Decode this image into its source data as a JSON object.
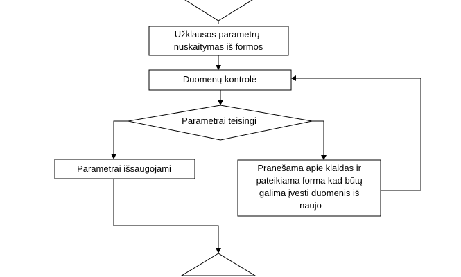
{
  "flowchart": {
    "nodes": {
      "read_params": {
        "lines": [
          "Užklausos parametrų",
          "nuskaitymas iš formos"
        ]
      },
      "data_control": {
        "lines": [
          "Duomenų kontrolė"
        ]
      },
      "decision": {
        "lines": [
          "Parametrai teisingi"
        ]
      },
      "save": {
        "lines": [
          "Parametrai išsaugojami"
        ]
      },
      "error": {
        "lines": [
          "Pranešama apie klaidas ir",
          "pateikiama forma kad būtų",
          "galima įvesti duomenis iš",
          "naujo"
        ]
      }
    }
  }
}
